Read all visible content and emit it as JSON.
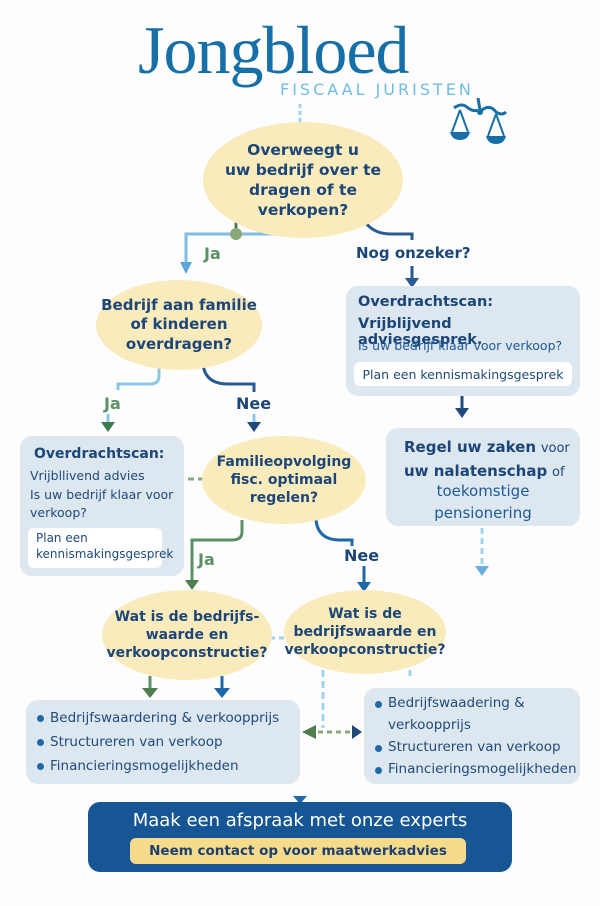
{
  "logo": {
    "title": "Jongbloed",
    "subtitle": "FISCAAL JURISTEN",
    "icon": "scales-of-justice-icon"
  },
  "colors": {
    "question_fill": "#faebbd",
    "box_fill": "#dde7f0",
    "navy": "#1c4677",
    "brand_blue": "#166fa6",
    "yes_green": "#5a9066",
    "cta_blue": "#175694",
    "cta_button": "#f7db8c"
  },
  "nodes": {
    "q1": {
      "lines": [
        "Overweegt u",
        "uw bedrijf over te",
        "dragen of te verkopen?"
      ]
    },
    "q2": {
      "lines": [
        "Bedrijf aan familie",
        "of kinderen",
        "overdragen?"
      ]
    },
    "q3": {
      "lines": [
        "Familieopvolging",
        "fisc. optimaal",
        "regelen?"
      ]
    },
    "q4": {
      "lines": [
        "Wat is de bedrijfs-",
        "waarde en",
        "verkoopconstructie?"
      ]
    },
    "q5": {
      "lines": [
        "Wat is de",
        "bedrijfswaarde en",
        "verkoopconstructie?"
      ]
    },
    "scan_right": {
      "title": "Overdrachtscan:",
      "subtitle": "Vrijblijvend adviesgesprek.",
      "question": "Is uw bedrijf klaar voor verkoop?",
      "action": "Plan een kennismakingsgesprek"
    },
    "scan_left": {
      "title": "Overdrachtscan:",
      "line1": "Vrijbllivend advies",
      "line2": "Is uw bedrijf klaar voor verkoop?",
      "action": "Plan een kennismakingsgesprek"
    },
    "estate": {
      "bold1": "Regel uw zaken",
      "normal1": "voor",
      "bold2": "uw nalatenschap",
      "normal2": "of",
      "line3": "toekomstige",
      "line4": "pensionering"
    },
    "list_left": {
      "items": [
        "Bedrijfswaardering & verkoopprijs",
        "Structureren van verkoop",
        "Financieringsmogelijkheden"
      ]
    },
    "list_right": {
      "items": [
        "Bedrijfswaadering & verkoopprijs",
        "Structureren van verkoop",
        "Financieringsmogelijkheden"
      ]
    }
  },
  "edge_labels": {
    "q1_yes": "Ja",
    "q1_unsure": "Nog onzeker?",
    "q2_yes": "Ja",
    "q2_no": "Nee",
    "q3_yes": "Ja",
    "q3_no": "Nee"
  },
  "cta": {
    "title": "Maak een afspraak met onze experts",
    "button": "Neem contact op voor maatwerkadvies"
  }
}
